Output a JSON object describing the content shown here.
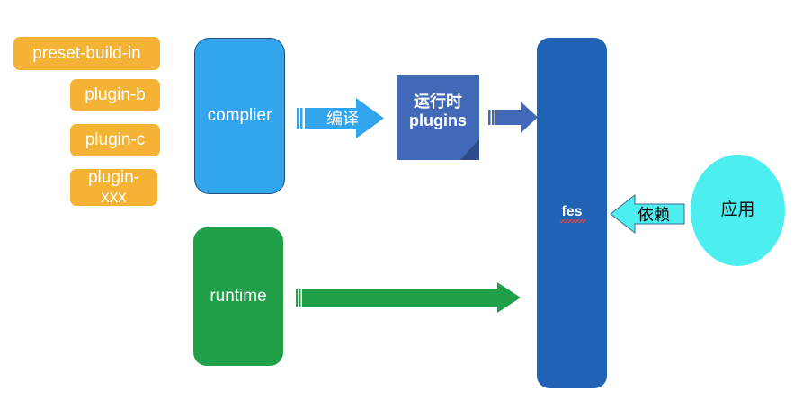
{
  "diagram": {
    "title": "fes architecture diagram",
    "background": "#ffffff",
    "colors": {
      "plugin_chip": "#f5b335",
      "complier": "#31a6ee",
      "complier_border": "#1f4e79",
      "runtime": "#21a04a",
      "runtime_plugins": "#4169b8",
      "runtime_plugins_fold": "#2d4b87",
      "fes": "#2063b5",
      "app_ellipse": "#4ceef0",
      "compile_arrow": "#31a6ee",
      "plugins_arrow": "#4169b8",
      "runtime_arrow": "#21a04a",
      "depend_arrow": "#4ceef0",
      "spellcheck_underline": "#e8443a"
    }
  },
  "plugins": {
    "chips": [
      {
        "label": "preset-build-in"
      },
      {
        "label": "plugin-b"
      },
      {
        "label": "plugin-c"
      },
      {
        "label": "plugin-\nxxx"
      }
    ]
  },
  "nodes": {
    "complier": {
      "label": "complier"
    },
    "runtime": {
      "label": "runtime"
    },
    "runtime_plugins": {
      "label": "运行时\nplugins"
    },
    "fes": {
      "label": "fes"
    },
    "app": {
      "label": "应用"
    }
  },
  "arrows": {
    "compile": {
      "label": "编译",
      "from": "complier",
      "to": "runtime_plugins",
      "direction": "right"
    },
    "plugins_to_fes": {
      "label": "",
      "from": "runtime_plugins",
      "to": "fes",
      "direction": "right"
    },
    "runtime_to_fes": {
      "label": "",
      "from": "runtime",
      "to": "fes",
      "direction": "right"
    },
    "depend": {
      "label": "依赖",
      "from": "app",
      "to": "fes",
      "direction": "left"
    }
  }
}
